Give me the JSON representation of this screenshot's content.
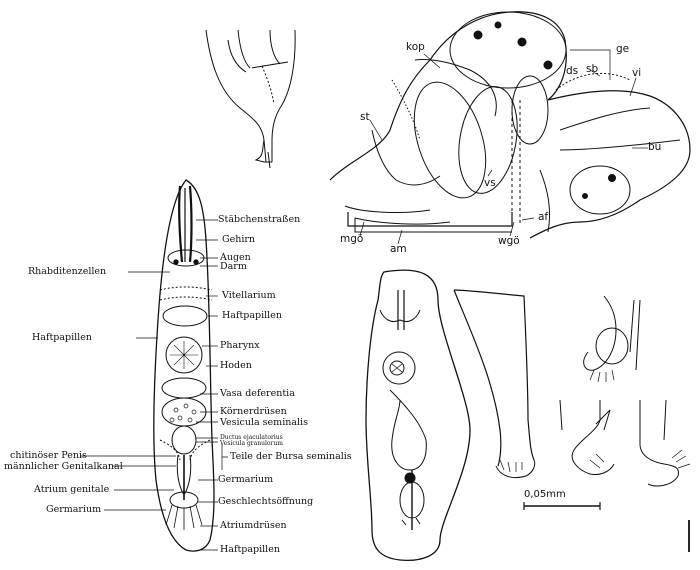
{
  "figure": {
    "left_labels": {
      "staebchenstrassen": "Stäbchenstraßen",
      "gehirn": "Gehirn",
      "augen": "Augen",
      "darm": "Darm",
      "rhabditenzellen": "Rhabditenzellen",
      "vitellarium": "Vitellarium",
      "haftpapillen_top": "Haftpapillen",
      "haftpapillen_side": "Haftpapillen",
      "pharynx": "Pharynx",
      "hoden": "Hoden",
      "vasa_deferentia": "Vasa deferentia",
      "koernerdruesen": "Körnerdrüsen",
      "vesicula_seminalis": "Vesicula seminalis",
      "ductus_ejaculatorius_small": "Ductus ejaculatorius",
      "vesicula_granulorum_small": "Vesicula granulorum",
      "teile_der_bursa": "Teile der Bursa seminalis",
      "chitinoeser_penis": "chitinöser Penis",
      "maennlicher_genitalkanal": "männlicher Genitalkanal",
      "atrium_genitale": "Atrium genitale",
      "germarium_right": "Germarium",
      "germarium_left": "Germarium",
      "geschlechtsoeffnung": "Geschlechtsöffnung",
      "atriumdruesen": "Atriumdrüsen",
      "haftpapillen_bottom": "Haftpapillen"
    },
    "section_labels": {
      "kop": "kop",
      "ge": "ge",
      "ds": "ds",
      "sb": "sb",
      "vi": "vi",
      "st": "st",
      "bu": "bu",
      "vs": "vs",
      "af": "af",
      "mgo": "mgö",
      "am": "am",
      "wgo": "wgö"
    },
    "scale_bar": "0,05mm"
  }
}
